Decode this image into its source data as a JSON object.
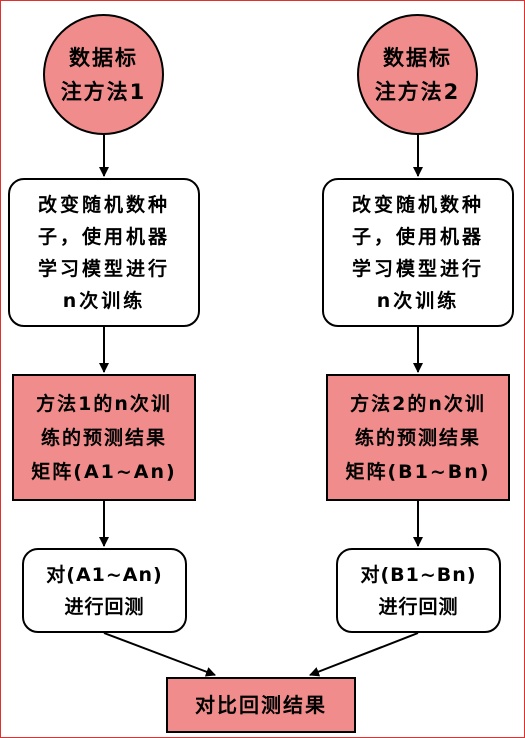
{
  "left": {
    "method": [
      "数据标",
      "注方法1"
    ],
    "train": [
      "改变随机数种",
      "子，使用机器",
      "学习模型进行",
      "n次训练"
    ],
    "matrix": [
      "方法1的n次训",
      "练的预测结果",
      "矩阵(A1~An)"
    ],
    "backtest": [
      "对(A1~An)",
      "进行回测"
    ]
  },
  "right": {
    "method": [
      "数据标",
      "注方法2"
    ],
    "train": [
      "改变随机数种",
      "子，使用机器",
      "学习模型进行",
      "n次训练"
    ],
    "matrix": [
      "方法2的n次训",
      "练的预测结果",
      "矩阵(B1~Bn)"
    ],
    "backtest": [
      "对(B1~Bn)",
      "进行回测"
    ]
  },
  "compare": "对比回测结果",
  "colors": {
    "fill": "#f08c8c",
    "stroke": "#000000",
    "frame": "#e03030"
  }
}
